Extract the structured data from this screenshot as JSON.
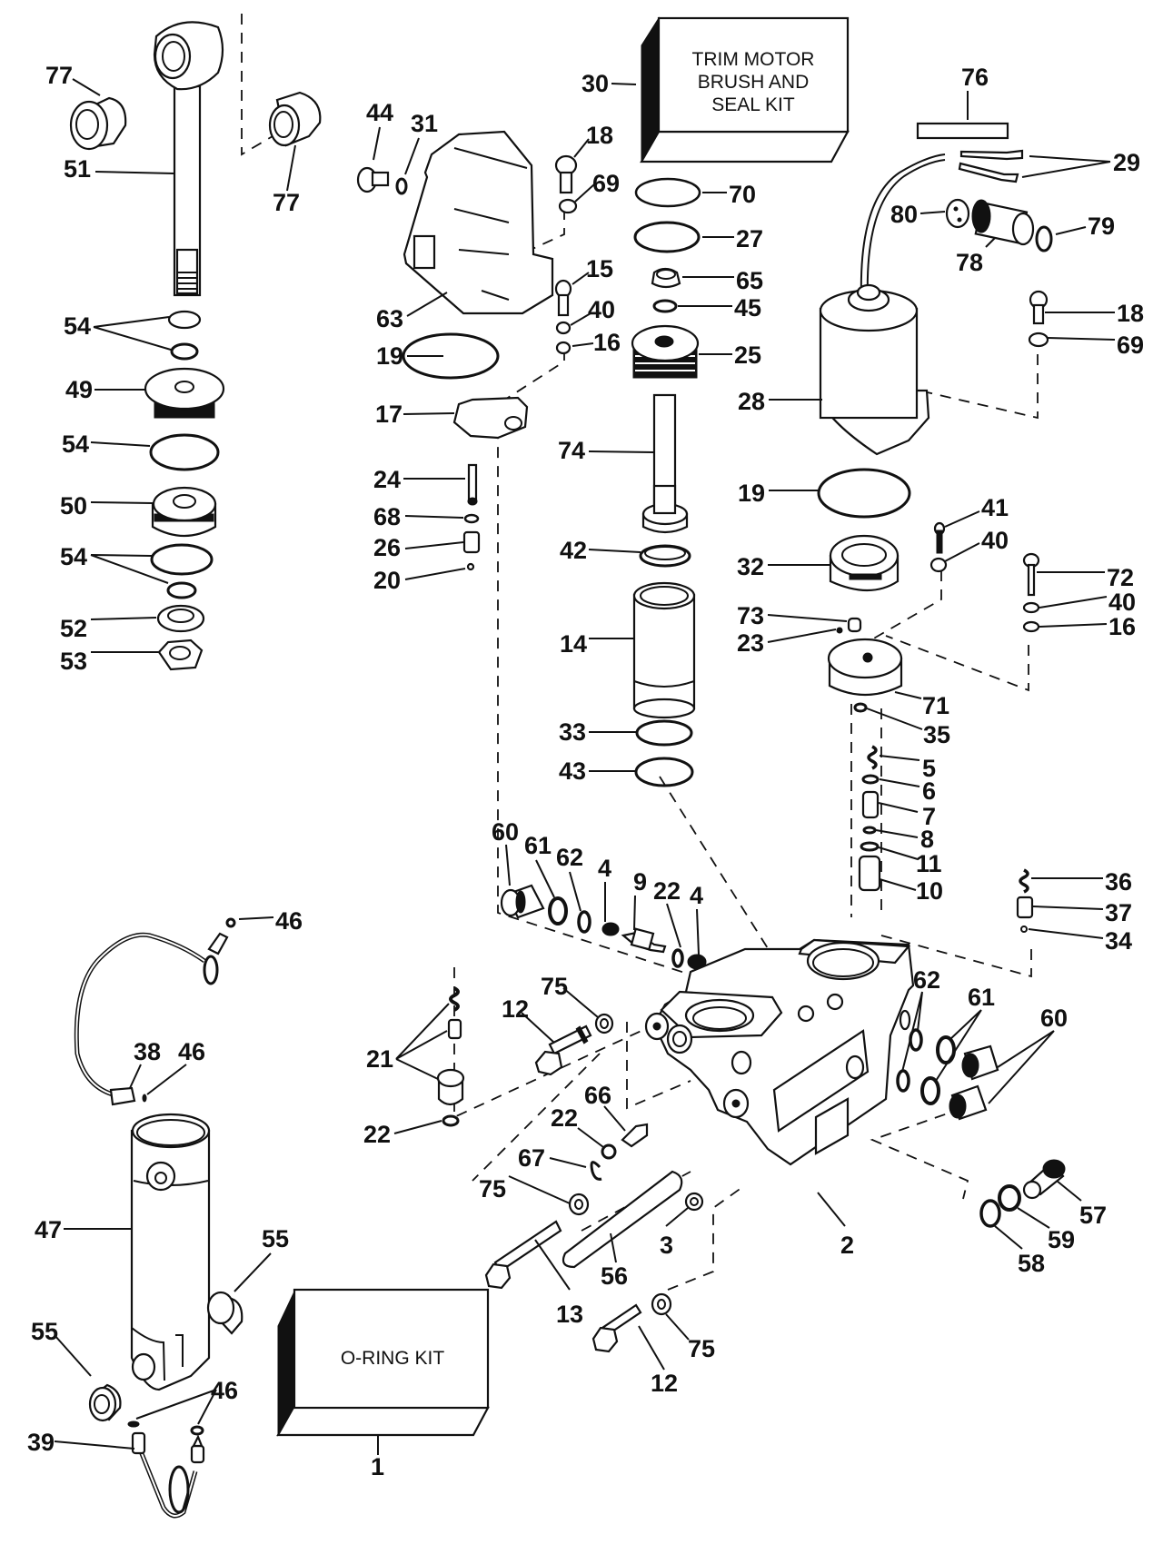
{
  "diagram": {
    "title": "Power Trim/Tilt Hydraulic Assembly — Exploded Parts View",
    "kits": {
      "trim_motor_kit": {
        "callout": "30",
        "lines": [
          "TRIM MOTOR",
          "BRUSH AND",
          "SEAL KIT"
        ]
      },
      "oring_kit": {
        "callout": "1",
        "lines": [
          "O-RING KIT"
        ]
      }
    },
    "callouts": {
      "c77a": "77",
      "c77b": "77",
      "c51": "51",
      "c54a": "54",
      "c49": "49",
      "c54b": "54",
      "c50": "50",
      "c54c": "54",
      "c52": "52",
      "c53": "53",
      "c44": "44",
      "c31": "31",
      "c63": "63",
      "c19a": "19",
      "c17": "17",
      "c24": "24",
      "c68": "68",
      "c26": "26",
      "c20": "20",
      "c18a": "18",
      "c69a": "69",
      "c15": "15",
      "c40a": "40",
      "c16a": "16",
      "c30": "30",
      "c70": "70",
      "c27": "27",
      "c65": "65",
      "c45": "45",
      "c25": "25",
      "c74": "74",
      "c42": "42",
      "c14": "14",
      "c33": "33",
      "c43": "43",
      "c76": "76",
      "c29": "29",
      "c80": "80",
      "c78": "78",
      "c79": "79",
      "c18b": "18",
      "c69b": "69",
      "c28": "28",
      "c19b": "19",
      "c41": "41",
      "c40b": "40",
      "c32": "32",
      "c72": "72",
      "c40c": "40",
      "c16b": "16",
      "c73": "73",
      "c23": "23",
      "c71": "71",
      "c35": "35",
      "c5": "5",
      "c6": "6",
      "c7": "7",
      "c8": "8",
      "c11": "11",
      "c10": "10",
      "c36": "36",
      "c37": "37",
      "c34": "34",
      "c60a": "60",
      "c61a": "61",
      "c62a": "62",
      "c4a": "4",
      "c9": "9",
      "c22a": "22",
      "c4b": "4",
      "c62b": "62",
      "c61b": "61",
      "c60b": "60",
      "c46a": "46",
      "c38": "38",
      "c46b": "46",
      "c47": "47",
      "c55a": "55",
      "c55b": "55",
      "c46c": "46",
      "c39": "39",
      "c21": "21",
      "c22b": "22",
      "c12a": "12",
      "c75a": "75",
      "c66": "66",
      "c22c": "22",
      "c67": "67",
      "c75b": "75",
      "c3": "3",
      "c13": "13",
      "c56": "56",
      "c12b": "12",
      "c75c": "75",
      "c2": "2",
      "c57": "57",
      "c59": "59",
      "c58": "58",
      "c1": "1"
    }
  }
}
